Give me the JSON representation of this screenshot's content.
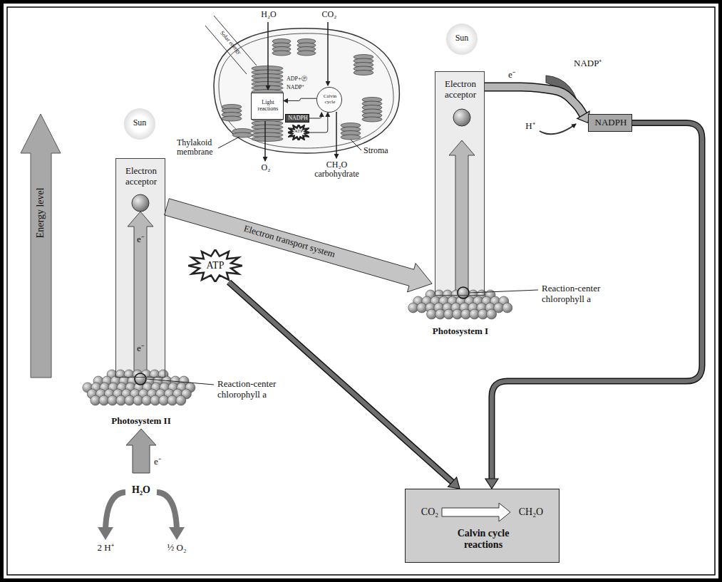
{
  "diagram": {
    "nodes": [
      {
        "text": [
          "Sun"
        ]
      },
      {
        "text": [
          "Sun"
        ]
      },
      {
        "text": [
          "Light reactions"
        ]
      },
      {
        "text": [
          "Calvin cycle"
        ]
      },
      {
        "text": [
          "NADPH"
        ]
      },
      {
        "text": [
          "ATP"
        ]
      },
      {
        "text": [
          "Electron acceptor",
          "Photosystem I"
        ]
      },
      {
        "text": [
          "NADPH"
        ]
      },
      {
        "text": [
          "Electron acceptor",
          "Photosystem II"
        ]
      },
      {
        "text": [
          "ATP"
        ]
      },
      {
        "text": [
          "CO₂",
          "CH₂O",
          "Calvin cycle reactions"
        ]
      }
    ],
    "edges": [
      {
        "from": 8,
        "to": 6,
        "arrow": "to",
        "label": "Electron transport system"
      },
      {
        "from": 6,
        "to": 7,
        "arrow": "to",
        "label": "e⁻"
      },
      {
        "from": 7,
        "to": 10,
        "arrow": "to"
      },
      {
        "from": 9,
        "to": 10,
        "arrow": "to"
      },
      {
        "from": 4,
        "to": 3,
        "arrow": "to"
      },
      {
        "from": 5,
        "to": 3,
        "arrow": "to"
      },
      {
        "from": 3,
        "to": 2,
        "arrow": "to"
      }
    ],
    "labels": [
      "H₂O",
      "CO₂",
      "Solar energy",
      "ADP+Ⓟ",
      "NADP⁺",
      "Thylakoid membrane",
      "Stroma",
      "O₂",
      "CH₂O carbohydrate",
      "NADP⁺",
      "H⁺",
      "Energy level",
      "e⁻",
      "e⁻",
      "Reaction-center chlorophyll a",
      "Reaction-center chlorophyll a",
      "e⁻",
      "H₂O",
      "2 H⁺",
      "½ O₂"
    ]
  }
}
